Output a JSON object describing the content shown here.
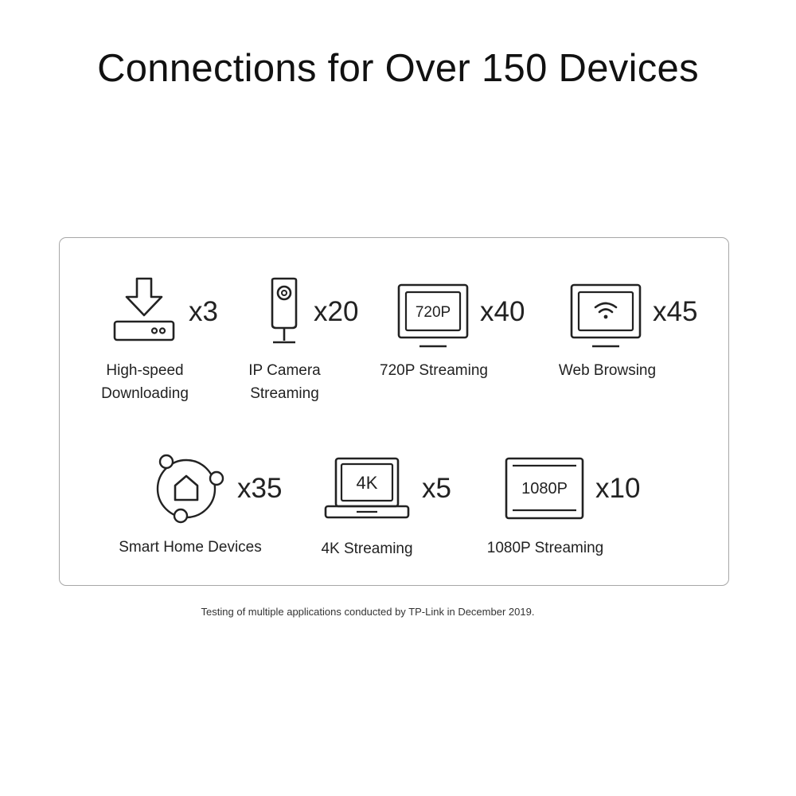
{
  "title": "Connections for Over 150 Devices",
  "items": [
    {
      "icon": "download-icon",
      "count": "x3",
      "label_line1": "High-speed",
      "label_line2": "Downloading"
    },
    {
      "icon": "ip-camera-icon",
      "count": "x20",
      "label_line1": "IP Camera",
      "label_line2": "Streaming"
    },
    {
      "icon": "monitor-720p-icon",
      "screen_text": "720P",
      "count": "x40",
      "label_line1": "720P Streaming",
      "label_line2": ""
    },
    {
      "icon": "monitor-wifi-icon",
      "count": "x45",
      "label_line1": "Web Browsing",
      "label_line2": ""
    },
    {
      "icon": "smart-home-icon",
      "count": "x35",
      "label_line1": "Smart Home Devices",
      "label_line2": ""
    },
    {
      "icon": "laptop-4k-icon",
      "screen_text": "4K",
      "count": "x5",
      "label_line1": "4K Streaming",
      "label_line2": ""
    },
    {
      "icon": "tv-1080p-icon",
      "screen_text": "1080P",
      "count": "x10",
      "label_line1": "1080P Streaming",
      "label_line2": ""
    }
  ],
  "footnote": "Testing of multiple applications conducted by TP-Link in December 2019."
}
